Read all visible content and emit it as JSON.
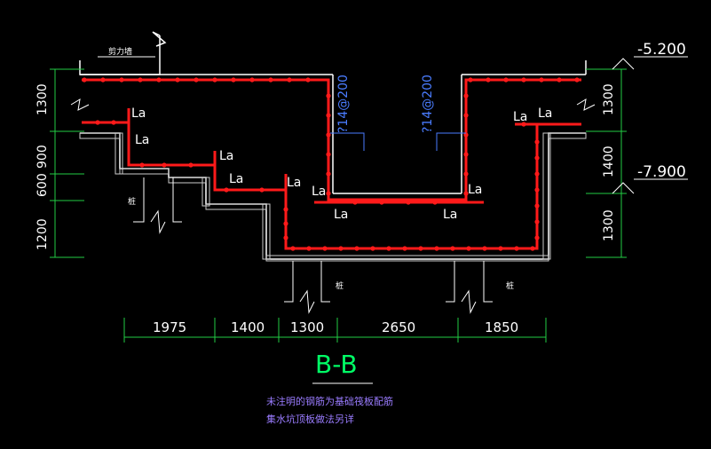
{
  "section_title": "B-B",
  "notes": [
    "未注明的钢筋为基础筏板配筋",
    "集水坑顶板做法另详"
  ],
  "wall_label": "剪力墙",
  "pile_label": "桩",
  "anchorage_label": "La",
  "rebar_note_left": "?14@200",
  "rebar_note_right": "?14@200",
  "elevations": [
    "-5.200",
    "-7.900"
  ],
  "dims_horizontal": [
    "1975",
    "1400",
    "1300",
    "2650",
    "1850"
  ],
  "dims_left": [
    "1300",
    "900",
    "600",
    "1200"
  ],
  "dims_right": [
    "1300",
    "1400",
    "1300"
  ],
  "colors": {
    "rebar": "#ff1a1a",
    "concrete": "#ffffff",
    "title": "#00ff66",
    "dim": "#22cc44",
    "note": "#9a7cff",
    "blue": "#4a7cff"
  }
}
